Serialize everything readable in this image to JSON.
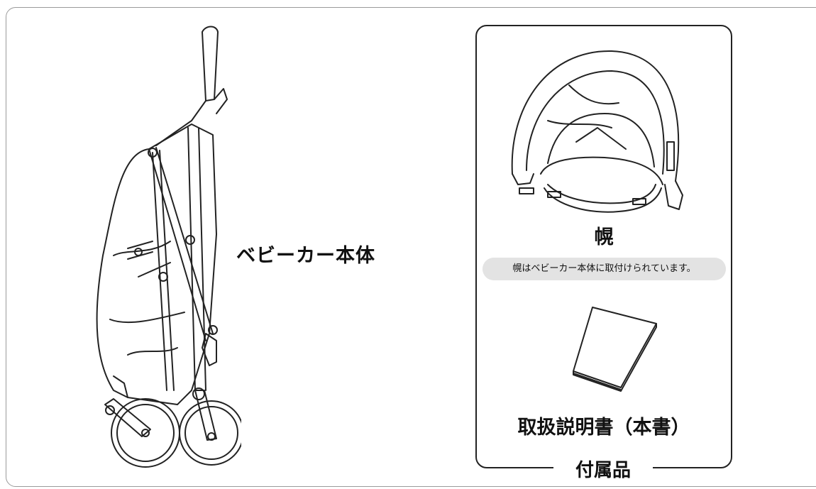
{
  "main_item": {
    "label": "ベビーカー本体"
  },
  "accessories": {
    "title": "付属品",
    "canopy": {
      "label": "幌",
      "note": "幌はベビーカー本体に取付けられています。"
    },
    "manual": {
      "label": "取扱説明書（本書）"
    }
  },
  "colors": {
    "line": "#222222",
    "note_background": "#e3e3e3",
    "frame": "#9a9a9a"
  }
}
